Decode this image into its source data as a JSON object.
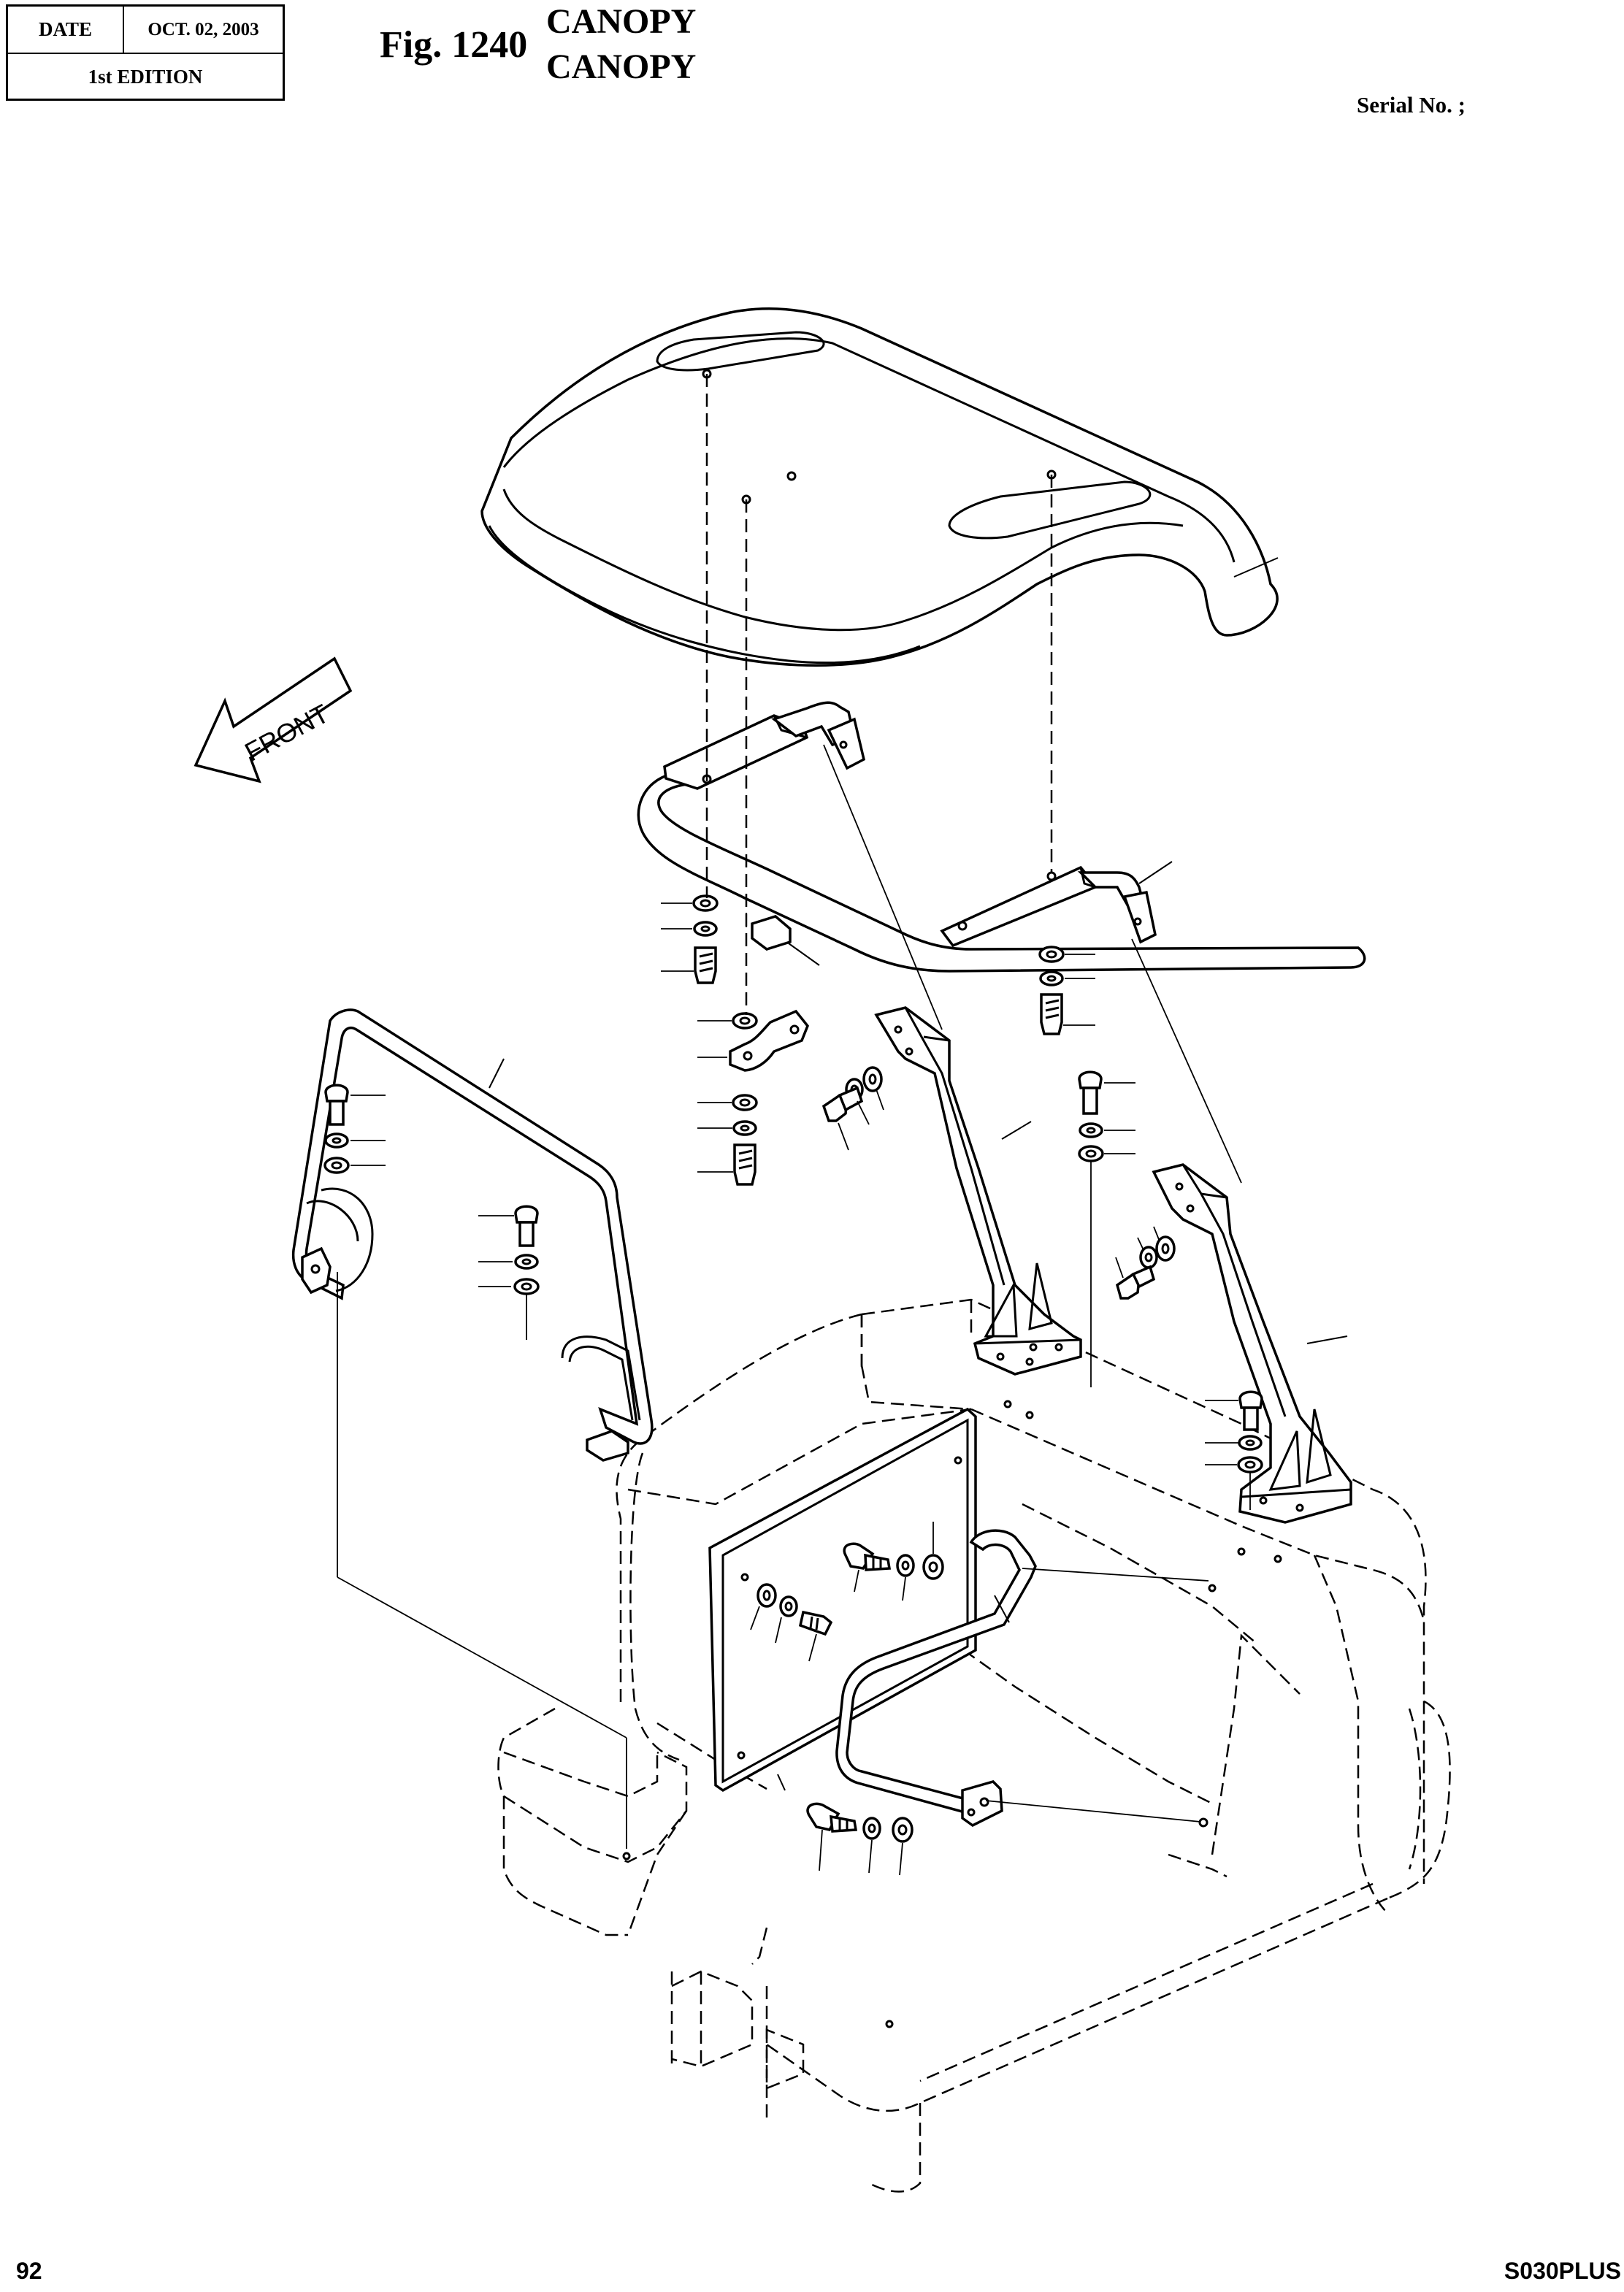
{
  "header": {
    "date_label": "DATE",
    "date_value": "OCT.  02, 2003",
    "edition": "1st EDITION",
    "figure_no": "Fig. 1240",
    "title_line1": "CANOPY",
    "title_line2": "CANOPY",
    "serial_label": "Serial No. ;"
  },
  "diagram": {
    "direction_label": "FRONT"
  },
  "footer": {
    "page_number": "92",
    "model": "S030PLUS"
  }
}
